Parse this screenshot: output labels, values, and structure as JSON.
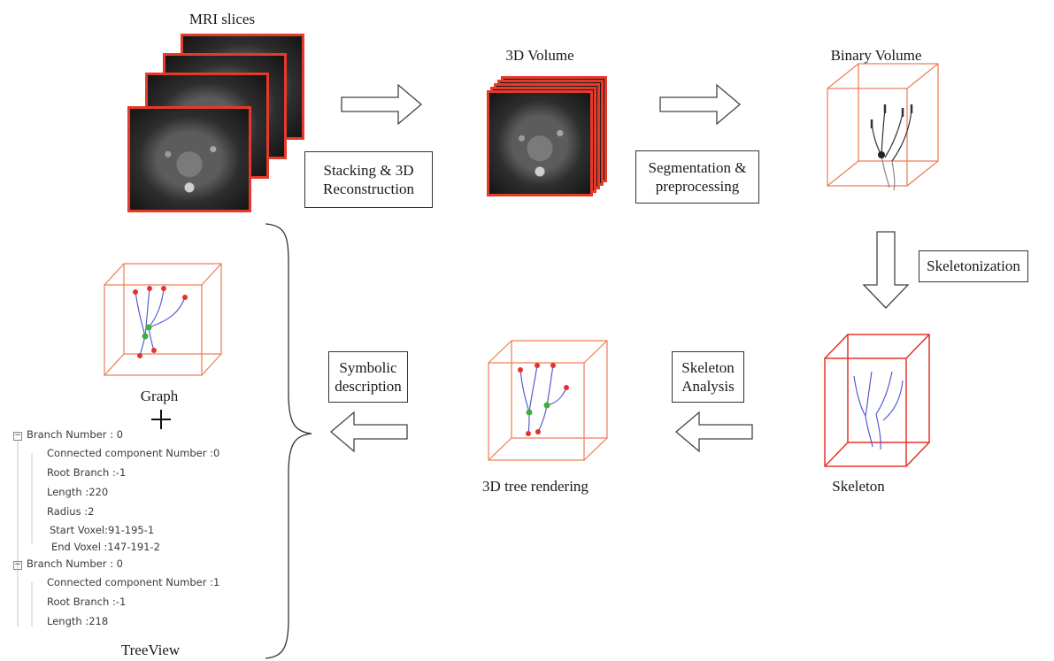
{
  "labels": {
    "mri_slices": "MRI slices",
    "volume_3d": "3D Volume",
    "binary_volume": "Binary Volume",
    "graph": "Graph",
    "tree_rendering": "3D tree rendering",
    "skeleton": "Skeleton",
    "treeview": "TreeView"
  },
  "steps": {
    "stacking_line1": "Stacking & 3D",
    "stacking_line2": "Reconstruction",
    "segmentation_line1": "Segmentation &",
    "segmentation_line2": "preprocessing",
    "skeletonization": "Skeletonization",
    "skeleton_analysis_line1": "Skeleton",
    "skeleton_analysis_line2": "Analysis",
    "symbolic_line1": "Symbolic",
    "symbolic_line2": "description"
  },
  "tree": {
    "branch1": "Branch Number : 0",
    "b1_component": "Connected component Number :0",
    "b1_root": "Root Branch :-1",
    "b1_length": "Length :220",
    "b1_radius": "Radius :2",
    "b1_start": "Start Voxel:91-195-1",
    "b1_end": "End Voxel :147-191-2",
    "branch2": "Branch Number : 0",
    "b2_component": "Connected component Number :1",
    "b2_root": "Root Branch :-1",
    "b2_length": "Length :218",
    "expand_glyph": "−"
  },
  "colors": {
    "box_outline": "#f07a52",
    "slice_border": "#e53a2a",
    "node_red": "#e5322a",
    "node_green": "#3fae3f",
    "vessel_blue": "#4a4fd0"
  }
}
